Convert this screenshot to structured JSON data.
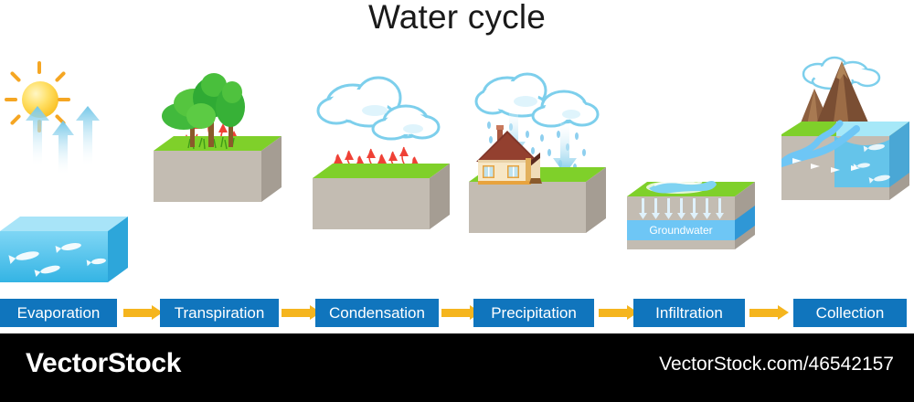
{
  "page": {
    "title": "Water cycle",
    "background": "#ffffff"
  },
  "colors": {
    "label_blue": "#1075bd",
    "arrow_yellow": "#f5b51e",
    "grass_green": "#7fd02a",
    "soil_gray": "#c3bcb2",
    "soil_side": "#a59d93",
    "water_blue": "#4fc3ef",
    "groundwater_blue": "#6ec6f5",
    "cloud_outline": "#8fd8f0",
    "sun_yellow": "#ffe067",
    "footer_black": "#000000",
    "vapor_red": "#e8302a",
    "roof_brown": "#8a3a2e",
    "mountain_brown": "#8b5a3c"
  },
  "stages": [
    {
      "id": "evaporation",
      "label": "Evaporation",
      "icons": [
        "sun-icon",
        "up-arrow-icon",
        "water-body-icon",
        "fish-icon"
      ]
    },
    {
      "id": "transpiration",
      "label": "Transpiration",
      "icons": [
        "tree-icon",
        "grass-icon",
        "vapor-arrow-icon",
        "soil-block-icon"
      ]
    },
    {
      "id": "condensation",
      "label": "Condensation",
      "icons": [
        "cloud-icon",
        "vapor-arrow-icon",
        "soil-block-icon"
      ]
    },
    {
      "id": "precipitation",
      "label": "Precipitation",
      "icons": [
        "rain-cloud-icon",
        "raindrop-icon",
        "down-arrow-icon",
        "house-icon",
        "soil-block-icon"
      ]
    },
    {
      "id": "infiltration",
      "label": "Infiltration",
      "icons": [
        "puddle-icon",
        "down-arrow-icon",
        "soil-block-icon"
      ],
      "sublabel": "Groundwater"
    },
    {
      "id": "collection",
      "label": "Collection",
      "icons": [
        "mountain-icon",
        "cloud-icon",
        "river-icon",
        "flow-arrow-icon",
        "fish-icon",
        "soil-block-icon"
      ]
    }
  ],
  "flow_arrows": 5,
  "footer": {
    "brand": "VectorStock",
    "url": "VectorStock.com/46542157"
  }
}
